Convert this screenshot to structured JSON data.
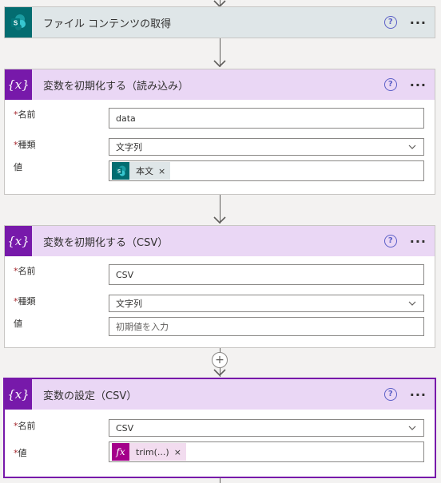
{
  "colors": {
    "sharepoint": "#036c70",
    "variable": "#7719aa",
    "required": "#a4262c",
    "help": "#5b5fc7"
  },
  "cards": [
    {
      "title": "ファイル コンテンツの取得",
      "icon": "sharepoint-icon"
    },
    {
      "title": "変数を初期化する（読み込み）",
      "icon": "variable-icon",
      "fields": {
        "name_label": "名前",
        "name_value": "data",
        "type_label": "種類",
        "type_value": "文字列",
        "value_label": "値",
        "value_token": "本文",
        "token_close": "×"
      }
    },
    {
      "title": "変数を初期化する（CSV）",
      "icon": "variable-icon",
      "fields": {
        "name_label": "名前",
        "name_value": "CSV",
        "type_label": "種類",
        "type_value": "文字列",
        "value_label": "値",
        "value_placeholder": "初期値を入力"
      }
    },
    {
      "title": "変数の設定（CSV）",
      "icon": "variable-icon",
      "fields": {
        "name_label": "名前",
        "name_value": "CSV",
        "value_label": "値",
        "value_token": "trim(...)",
        "token_close": "×"
      }
    }
  ],
  "common": {
    "help": "?",
    "more": "···",
    "required_mark": "*",
    "add_step": "+",
    "sp_letter": "S",
    "fx_glyph": "fx"
  }
}
